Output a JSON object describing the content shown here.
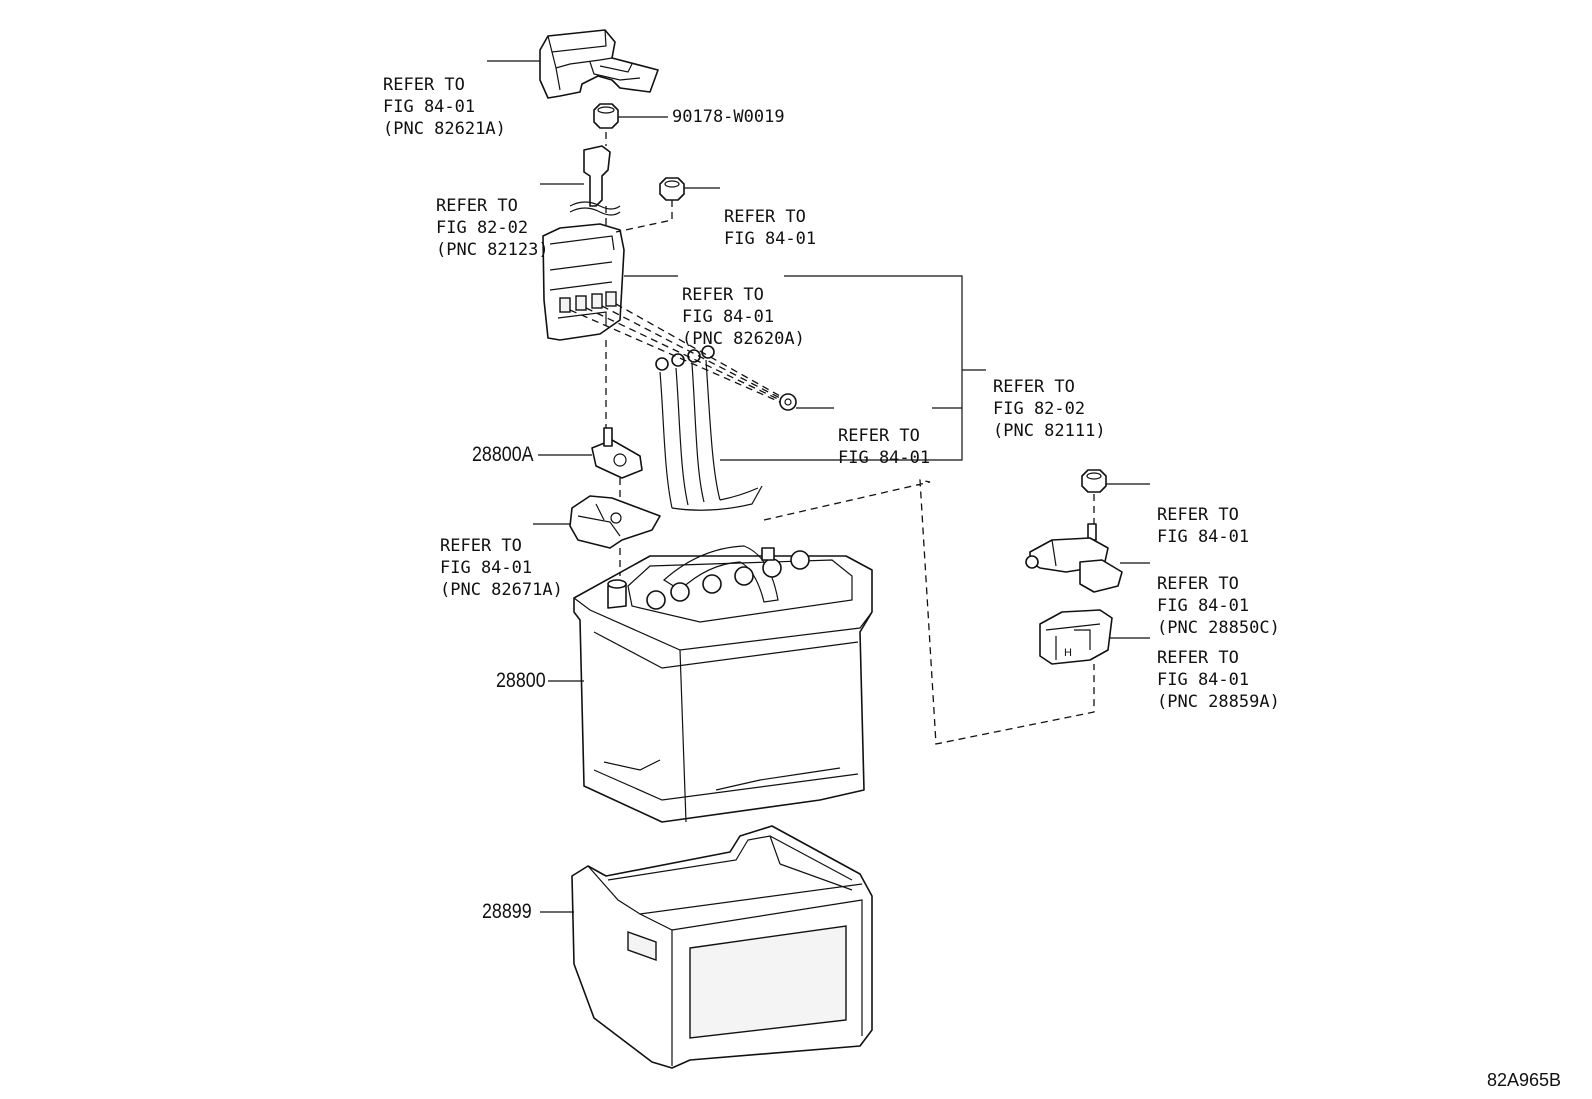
{
  "callouts": {
    "top_cover": [
      "REFER TO",
      "FIG 84-01",
      "(PNC 82621A)"
    ],
    "top_nut": "90178-W0019",
    "cable": [
      "REFER TO",
      "FIG 82-02",
      "(PNC 82123)"
    ],
    "nut_right": [
      "REFER TO",
      "FIG 84-01"
    ],
    "fuse_block": [
      "REFER TO",
      "FIG 84-01",
      "(PNC 82620A)"
    ],
    "wire_harness": [
      "REFER TO",
      "FIG 82-02",
      "(PNC 82111)"
    ],
    "small_nut": [
      "REFER TO",
      "FIG 84-01"
    ],
    "terminal_clamp": "28800A",
    "terminal_cover": [
      "REFER TO",
      "FIG 84-01",
      "(PNC 82671A)"
    ],
    "battery": "28800",
    "battery_tray": "28899",
    "sensor_nut": [
      "REFER TO",
      "FIG 84-01"
    ],
    "sensor": [
      "REFER TO",
      "FIG 84-01",
      "(PNC 28850C)"
    ],
    "sensor_bracket": [
      "REFER TO",
      "FIG 84-01",
      "(PNC 28859A)"
    ]
  },
  "diagram_code": "82A965B"
}
